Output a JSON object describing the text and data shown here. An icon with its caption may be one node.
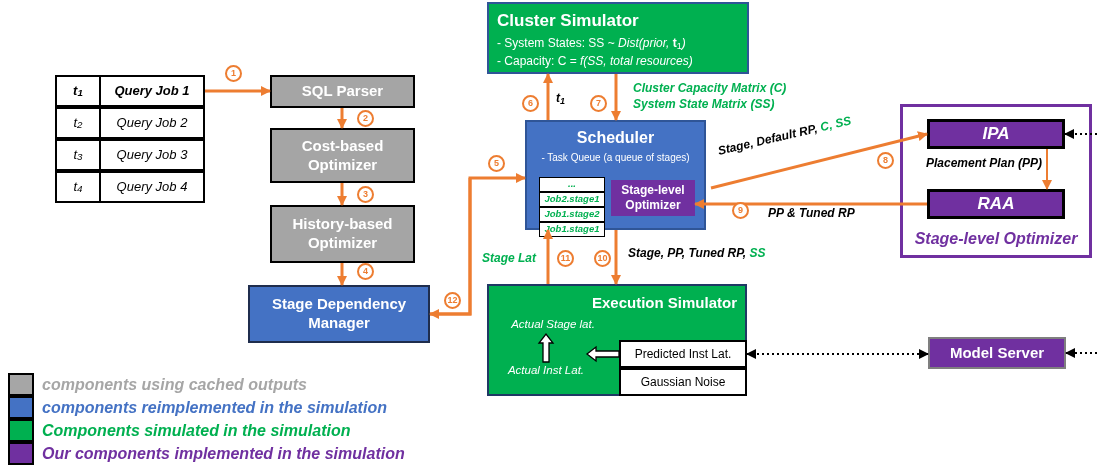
{
  "diagram": {
    "nodes": [
      {
        "text": [
          "t$_{1}$",
          "Query Job 1"
        ]
      },
      {
        "text": [
          "t$_{2}$",
          "Query Job 2"
        ]
      },
      {
        "text": [
          "t$_{3}$",
          "Query Job 3"
        ]
      },
      {
        "text": [
          "t$_{4}$",
          "Query Job 4"
        ]
      },
      {
        "text": [
          "SQL Parser"
        ]
      },
      {
        "text": [
          "Cost-based Optimizer"
        ]
      },
      {
        "text": [
          "History-based Optimizer"
        ]
      },
      {
        "text": [
          "Stage Dependency Manager"
        ]
      },
      {
        "text": [
          "Cluster Simulator",
          "- System States: SS ~ *Dist(prior,* **t**$_{1}$*)*",
          "- Capacity: C = *f(SS, total resources)*"
        ]
      },
      {
        "text": [
          "Scheduler",
          "- Task Queue (a queue of stages)"
        ]
      },
      {
        "text": [
          "..."
        ],
        "in": 9
      },
      {
        "text": [
          "Job2.stage1"
        ],
        "in": 9
      },
      {
        "text": [
          "Job1.stage2"
        ],
        "in": 9
      },
      {
        "text": [
          "Job1.stage1"
        ],
        "in": 9
      },
      {
        "text": [
          "Stage-level Optimizer"
        ],
        "in": 9
      },
      {
        "text": [
          "Stage-level Optimizer"
        ]
      },
      {
        "text": [
          "IPA"
        ],
        "in": 15
      },
      {
        "text": [
          "RAA"
        ],
        "in": 15
      },
      {
        "text": [
          "Execution Simulator"
        ]
      },
      {
        "text": [
          "Actual Stage lat."
        ],
        "in": 18
      },
      {
        "text": [
          "Actual Inst Lat."
        ],
        "in": 18
      },
      {
        "text": [
          "Predicted Inst Lat."
        ],
        "in": 18
      },
      {
        "text": [
          "Gaussian Noise"
        ],
        "in": 18
      },
      {
        "text": [
          "Model Server"
        ]
      }
    ],
    "edges": [
      {
        "from": 0,
        "to": 4,
        "arrow": "to"
      },
      {
        "from": 4,
        "to": 5,
        "arrow": "to"
      },
      {
        "from": 5,
        "to": 6,
        "arrow": "to"
      },
      {
        "from": 6,
        "to": 7,
        "arrow": "to"
      },
      {
        "from": 7,
        "to": 9,
        "arrow": "to"
      },
      {
        "from": 9,
        "to": 8,
        "arrow": "to",
        "label": "t$_{1}$"
      },
      {
        "from": 8,
        "to": 9,
        "arrow": "to",
        "label": "Cluster Capacity Matrix (C) System State Matrix (SS)"
      },
      {
        "from": 14,
        "to": 16,
        "arrow": "to",
        "label": "Stage, Default RP, C, SS"
      },
      {
        "from": 16,
        "to": 17,
        "arrow": "to",
        "label": "Placement Plan  (PP)"
      },
      {
        "from": 17,
        "to": 14,
        "arrow": "to",
        "label": "PP & Tuned RP"
      },
      {
        "from": 9,
        "to": 18,
        "arrow": "to",
        "label": "Stage, PP, Tuned RP, SS"
      },
      {
        "from": 18,
        "to": 9,
        "arrow": "to",
        "label": "Stage Lat"
      },
      {
        "from": 9,
        "to": 7,
        "arrow": "to"
      },
      {
        "from": 20,
        "to": 19,
        "arrow": "to",
        "style": "thick",
        "color": "#ffffff"
      },
      {
        "from": 21,
        "to": 20,
        "arrow": "to",
        "style": "thick",
        "color": "#ffffff"
      },
      {
        "from": 21,
        "to": 23,
        "arrow": "both",
        "style": "dashed",
        "color": "#000000"
      },
      {
        "from": null,
        "to": 23,
        "arrow": "to",
        "style": "dashed",
        "color": "#000000"
      },
      {
        "from": null,
        "to": 16,
        "arrow": "to",
        "style": "dashed",
        "color": "#000000"
      }
    ],
    "labels": [
      "1",
      "2",
      "3",
      "4",
      "5",
      "6",
      "7",
      "8",
      "9",
      "10",
      "11",
      "12"
    ],
    "legend": [
      {
        "text": "components using cached outputs",
        "color": "#a6a6a6"
      },
      {
        "text": "components reimplemented in the simulation",
        "color": "#4472c4"
      },
      {
        "text": "Components simulated in the simulation",
        "color": "#00b050"
      },
      {
        "text": "Our components implemented in the simulation",
        "color": "#7030a0"
      }
    ]
  }
}
